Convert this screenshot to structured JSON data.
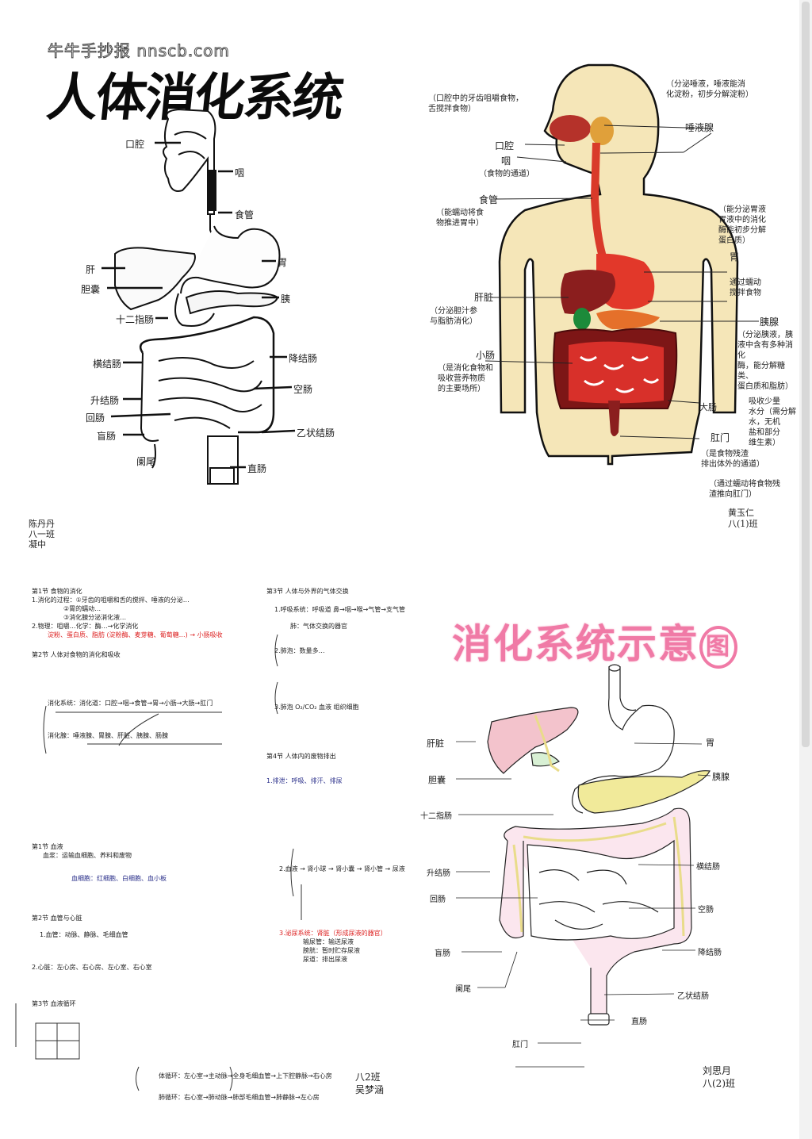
{
  "watermark": "牛牛手抄报 nnscb.com",
  "panel_top_left": {
    "title": "人体消化系统",
    "labels": {
      "mouth": "口腔",
      "pharynx": "咽",
      "esophagus": "食管",
      "liver": "肝",
      "stomach": "胃",
      "gallbladder": "胆囊",
      "pancreas": "胰",
      "duodenum": "十二指肠",
      "transverse_colon": "横结肠",
      "descending_colon": "降结肠",
      "ascending_colon": "升结肠",
      "jejunum": "空肠",
      "ileum": "回肠",
      "sigmoid_colon": "乙状结肠",
      "cecum": "盲肠",
      "appendix": "阑尾",
      "rectum": "直肠"
    },
    "signature": "陈丹丹\n八一班\n凝中"
  },
  "panel_top_right": {
    "labels": {
      "mouth_note": "（口腔中的牙齿咀嚼食物，\n舌搅拌食物）",
      "mouth": "口腔",
      "pharynx": "咽",
      "pharynx_note": "（食物的通道）",
      "esophagus": "食管",
      "esophagus_note": "（能蠕动将食\n物推进胃中）",
      "liver": "肝脏",
      "liver_note": "（分泌胆汁参\n与脂肪消化）",
      "small_intestine": "小肠",
      "small_intestine_note": "（是消化食物和\n吸收营养物质\n的主要场所）",
      "salivary_note": "（分泌唾液，唾液能消\n化淀粉，初步分解淀粉）",
      "salivary_gland": "唾液腺",
      "stomach_note": "（能分泌胃液\n胃液中的消化\n酶能初步分解\n蛋白质）",
      "stomach_label": "胃",
      "stomach_movement": "通过蠕动\n搅拌食物",
      "pancreas": "胰腺",
      "pancreas_note": "（分泌胰液，胰\n液中含有多种消化\n酶，能分解糖类、\n蛋白质和脂肪）",
      "large_intestine": "大肠",
      "large_intestine_note": "吸收少量\n水分（需分解\n水，无机\n盐和部分\n维生素）",
      "anus": "肛门",
      "anus_note": "（是食物残渣\n排出体外的通道）",
      "rectum_note": "（通过蠕动将食物残\n渣推向肛门）"
    },
    "signature": "黄玉仁\n八(1)班"
  },
  "panel_bottom_left": {
    "sections": [
      {
        "heading": "第1节 食物的消化",
        "lines": [
          "1.消化的过程：①牙齿的咀嚼和舌的搅拌、唾液的分泌…",
          "②胃的蠕动…",
          "③消化腺分泌消化液…",
          "2.物理：咀嚼…化学：酶…→化学消化",
          "淀粉、蛋白质、脂肪 (淀粉酶、麦芽糖、葡萄糖…) → 小肠吸收"
        ]
      },
      {
        "heading": "第2节 人体对食物的消化和吸收",
        "lines": [
          "消化系统：消化道：口腔→咽→食管→胃→小肠→大肠→肛门",
          "消化腺：唾液腺、胃腺、肝脏、胰腺、肠腺"
        ]
      },
      {
        "heading": "第3节 人体与外界的气体交换",
        "lines": [
          "1.呼吸系统：呼吸道 鼻→咽→喉→气管→支气管",
          "肺：气体交换的器官",
          "2.肺泡：数量多…",
          "3.肺泡 O₂/CO₂ 血液 组织细胞"
        ]
      },
      {
        "heading": "第4节 人体内的废物排出",
        "lines": [
          "1.排泄：呼吸、排汗、排尿"
        ]
      },
      {
        "heading": "第1节 血液",
        "lines": [
          "血浆：运输血细胞、养料和废物",
          "血细胞：红细胞、白细胞、血小板"
        ]
      },
      {
        "heading": "第2节 血管与心脏",
        "lines": [
          "1.血管：动脉、静脉、毛细血管",
          "2.心脏：左心房、右心房、左心室、右心室"
        ]
      },
      {
        "heading": "第3节 血液循环",
        "lines": [
          "体循环：左心室→主动脉→全身毛细血管→上下腔静脉→右心房",
          "肺循环：右心室→肺动脉→肺部毛细血管→肺静脉→左心房"
        ]
      },
      {
        "heading": "2.血液 → 肾小球 → 肾小囊 → 肾小管 → 尿液",
        "lines": [
          "3.泌尿系统：肾脏（形成尿液的器官）",
          "输尿管：输送尿液",
          "膀胱：暂时贮存尿液",
          "尿道：排出尿液"
        ]
      }
    ],
    "signature": "八2班\n吴梦涵"
  },
  "panel_bottom_right": {
    "title_main": "消化系统示意",
    "title_circle": "图",
    "labels": {
      "liver": "肝脏",
      "stomach": "胃",
      "gallbladder": "胆囊",
      "pancreas": "胰腺",
      "duodenum": "十二指肠",
      "transverse_colon": "横结肠",
      "ascending_colon": "升结肠",
      "ileum": "回肠",
      "jejunum": "空肠",
      "descending_colon": "降结肠",
      "cecum": "盲肠",
      "appendix": "阑尾",
      "sigmoid_colon": "乙状结肠",
      "rectum": "直肠",
      "anus": "肛门"
    },
    "signature": "刘思月\n八(2)班"
  },
  "colors": {
    "pink_title": "#f07aa6",
    "skin": "#f5e6b8",
    "organ_red": "#c9342a",
    "liver_brown": "#8b1e1e",
    "pancreas_yellow": "#f1ea9a",
    "liver_pink": "#f3c3cc"
  }
}
